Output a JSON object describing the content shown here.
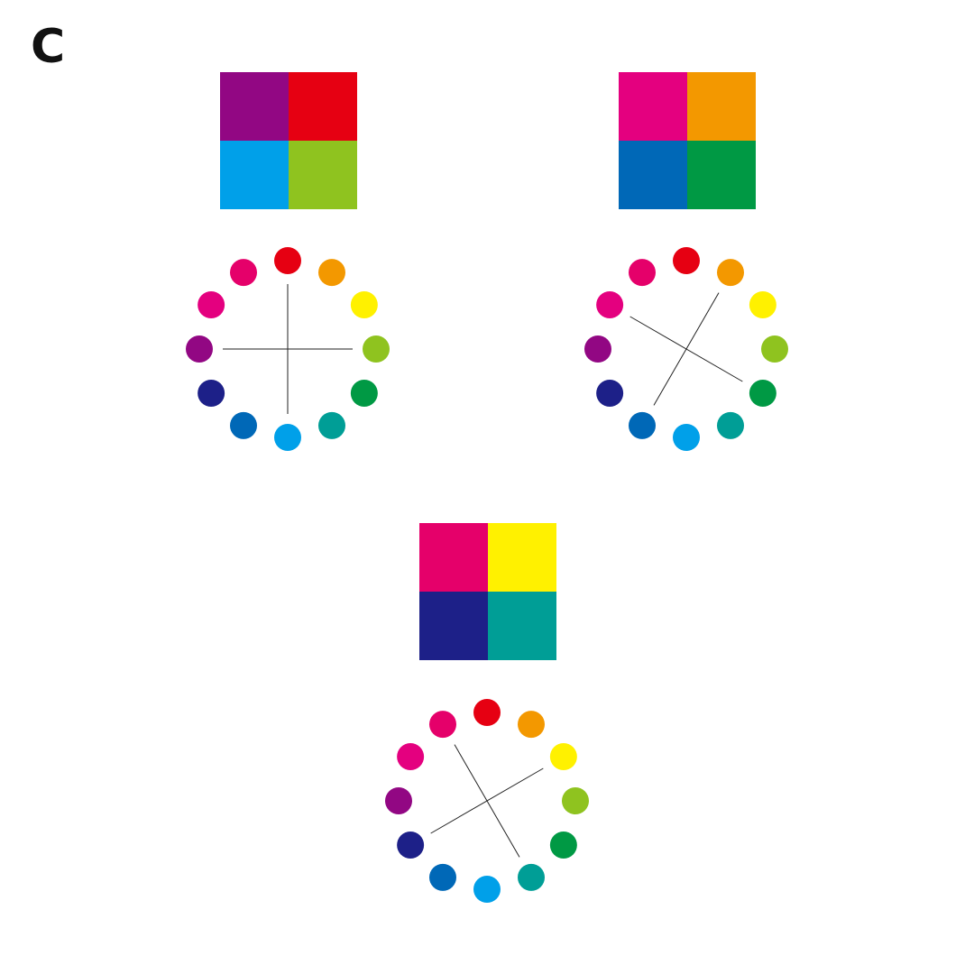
{
  "label": "C",
  "wheel_colors": [
    "#E60012",
    "#F39800",
    "#FFF100",
    "#8FC31F",
    "#009944",
    "#009E96",
    "#00A0E9",
    "#0068B7",
    "#1D2088",
    "#920783",
    "#E4007F",
    "#E5006A"
  ],
  "figures": [
    {
      "swatches": [
        "#920783",
        "#E60012",
        "#00A0E9",
        "#8FC31F"
      ],
      "connections": [
        [
          0,
          6
        ],
        [
          3,
          9
        ]
      ]
    },
    {
      "swatches": [
        "#E4007F",
        "#F39800",
        "#0068B7",
        "#009944"
      ],
      "connections": [
        [
          1,
          7
        ],
        [
          4,
          10
        ]
      ]
    },
    {
      "swatches": [
        "#E5006A",
        "#FFF100",
        "#1D2088",
        "#009E96"
      ],
      "connections": [
        [
          2,
          8
        ],
        [
          5,
          11
        ]
      ]
    }
  ]
}
